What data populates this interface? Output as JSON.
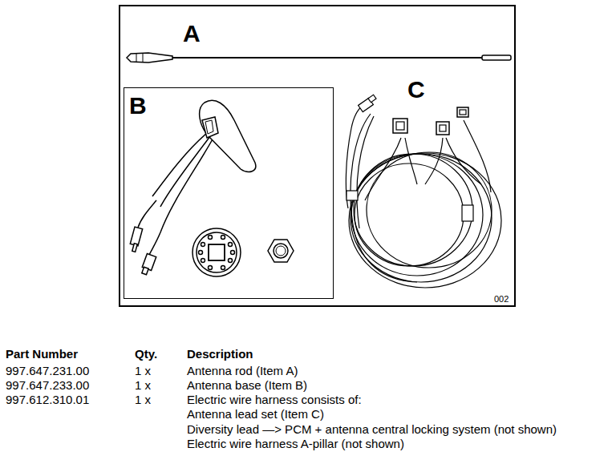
{
  "diagram": {
    "nodes": [
      {
        "text": [
          "A",
          "C",
          "002"
        ]
      },
      {
        "text": [
          "B"
        ],
        "in": 0
      }
    ],
    "labels": [
      "Part Number",
      "Qty.",
      "Description",
      "997.647.231.00",
      "1 x",
      "Antenna rod (Item A)",
      "997.647.233.00",
      "1 x",
      "Antenna base (Item B)",
      "997.612.310.01",
      "1 x",
      "Electric wire harness consists of:",
      "Antenna lead set (Item C)",
      "Diversity lead —> PCM + antenna central locking system (not shown)",
      "Electric wire harness A-pillar (not shown)"
    ]
  }
}
